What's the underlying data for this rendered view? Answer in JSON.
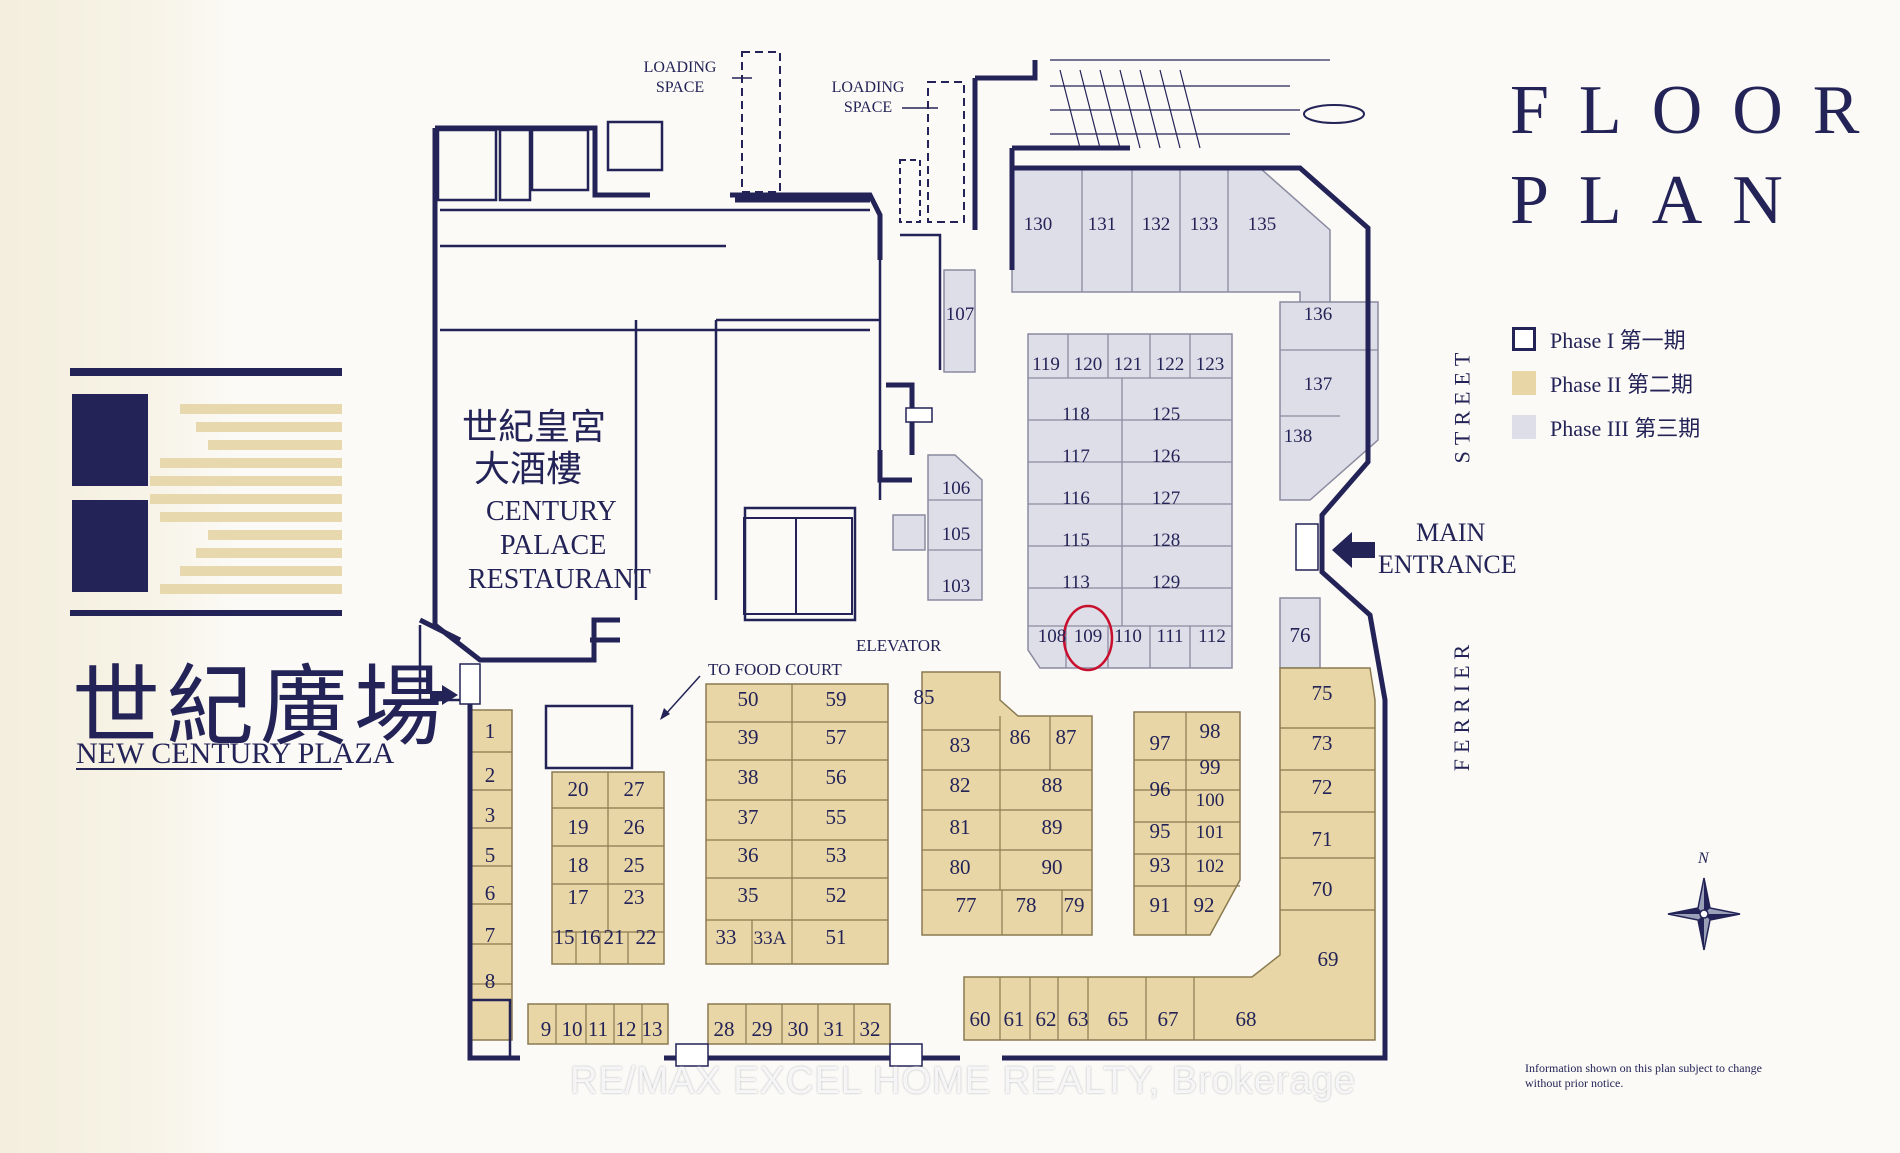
{
  "title": {
    "line1": "FLOOR",
    "line2": "PLAN"
  },
  "branding": {
    "chinese": "世紀廣場",
    "english": "NEW CENTURY PLAZA"
  },
  "legend": [
    {
      "label": "Phase I 第一期",
      "color": "#ffffff"
    },
    {
      "label": "Phase II 第二期",
      "color": "#e8d6a6"
    },
    {
      "label": "Phase III 第三期",
      "color": "#dedee8"
    }
  ],
  "labels": {
    "loading_space": "LOADING SPACE",
    "restaurant_chinese_1": "世紀皇宮",
    "restaurant_chinese_2": "大酒樓",
    "restaurant_1": "CENTURY",
    "restaurant_2": "PALACE",
    "restaurant_3": "RESTAURANT",
    "elevator": "ELEVATOR",
    "food_court": "TO FOOD COURT",
    "main_entrance_1": "MAIN",
    "main_entrance_2": "ENTRANCE",
    "street_1": "STREET",
    "street_2": "FERRIER",
    "compass": "N"
  },
  "note": "Information shown on this plan subject to change without prior notice.",
  "watermark": "RE/MAX EXCEL HOME REALTY, Brokerage",
  "colors": {
    "navy": "#232357",
    "phase2": "#e8d6a6",
    "phase3": "#dedee8",
    "highlight": "#c8102e"
  },
  "highlighted_unit": "109",
  "units": {
    "phase3": [
      "130",
      "131",
      "132",
      "133",
      "135",
      "136",
      "137",
      "138",
      "107",
      "106",
      "105",
      "103",
      "119",
      "120",
      "121",
      "122",
      "123",
      "118",
      "125",
      "117",
      "126",
      "116",
      "127",
      "115",
      "128",
      "113",
      "129",
      "108",
      "109",
      "110",
      "111",
      "112",
      "76"
    ],
    "phase2": [
      "1",
      "2",
      "3",
      "5",
      "6",
      "7",
      "8",
      "9",
      "10",
      "11",
      "12",
      "13",
      "15",
      "16",
      "21",
      "22",
      "17",
      "23",
      "18",
      "25",
      "19",
      "26",
      "20",
      "27",
      "28",
      "29",
      "30",
      "31",
      "32",
      "33",
      "33A",
      "51",
      "35",
      "52",
      "36",
      "53",
      "37",
      "55",
      "38",
      "56",
      "39",
      "57",
      "50",
      "59",
      "85",
      "83",
      "86",
      "87",
      "82",
      "88",
      "81",
      "89",
      "80",
      "90",
      "77",
      "78",
      "79",
      "97",
      "98",
      "99",
      "96",
      "100",
      "95",
      "101",
      "93",
      "102",
      "91",
      "92",
      "75",
      "73",
      "72",
      "71",
      "70",
      "69",
      "68",
      "67",
      "65",
      "63",
      "62",
      "61",
      "60"
    ]
  }
}
